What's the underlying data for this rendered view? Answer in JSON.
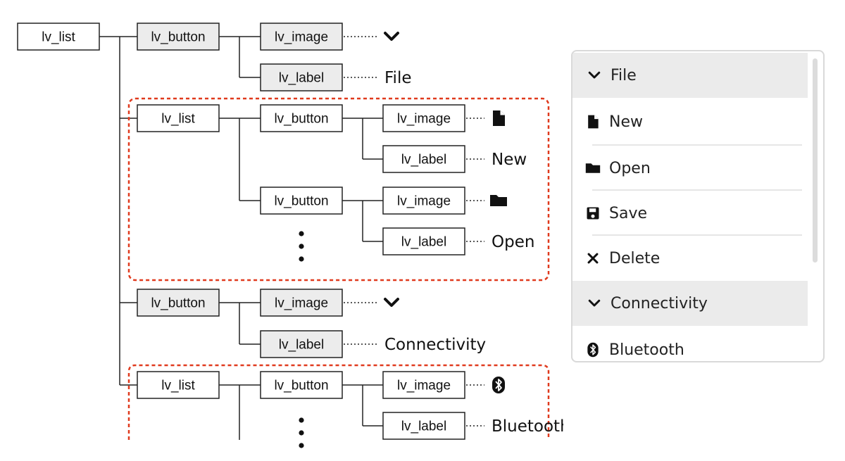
{
  "tree": {
    "nodes": [
      {
        "id": "root-list",
        "label": "lv_list",
        "shaded": false
      },
      {
        "id": "file-button",
        "label": "lv_button",
        "shaded": true
      },
      {
        "id": "file-image",
        "label": "lv_image",
        "shaded": true
      },
      {
        "id": "file-label",
        "label": "lv_label",
        "shaded": true
      },
      {
        "id": "file-sublist",
        "label": "lv_list",
        "shaded": false
      },
      {
        "id": "new-button",
        "label": "lv_button",
        "shaded": false
      },
      {
        "id": "new-image",
        "label": "lv_image",
        "shaded": false
      },
      {
        "id": "new-label",
        "label": "lv_label",
        "shaded": false
      },
      {
        "id": "open-button",
        "label": "lv_button",
        "shaded": false
      },
      {
        "id": "open-image",
        "label": "lv_image",
        "shaded": false
      },
      {
        "id": "open-label",
        "label": "lv_label",
        "shaded": false
      },
      {
        "id": "conn-button",
        "label": "lv_button",
        "shaded": true
      },
      {
        "id": "conn-image",
        "label": "lv_image",
        "shaded": true
      },
      {
        "id": "conn-label",
        "label": "lv_label",
        "shaded": true
      },
      {
        "id": "conn-sublist",
        "label": "lv_list",
        "shaded": false
      },
      {
        "id": "bt-button",
        "label": "lv_button",
        "shaded": false
      },
      {
        "id": "bt-image",
        "label": "lv_image",
        "shaded": false
      },
      {
        "id": "bt-label",
        "label": "lv_label",
        "shaded": false
      }
    ],
    "visuals": [
      {
        "id": "file-image",
        "kind": "icon",
        "icon": "chevron-down-icon"
      },
      {
        "id": "file-label",
        "kind": "text",
        "text": "File"
      },
      {
        "id": "new-image",
        "kind": "icon",
        "icon": "file-icon"
      },
      {
        "id": "new-label",
        "kind": "text",
        "text": "New"
      },
      {
        "id": "open-image",
        "kind": "icon",
        "icon": "folder-icon"
      },
      {
        "id": "open-label",
        "kind": "text",
        "text": "Open"
      },
      {
        "id": "conn-image",
        "kind": "icon",
        "icon": "chevron-down-icon"
      },
      {
        "id": "conn-label",
        "kind": "text",
        "text": "Connectivity"
      },
      {
        "id": "bt-image",
        "kind": "icon",
        "icon": "bluetooth-icon"
      },
      {
        "id": "bt-label",
        "kind": "text",
        "text": "Bluetooth"
      }
    ]
  },
  "preview": {
    "items": [
      {
        "kind": "header",
        "icon": "chevron-down-icon",
        "label": "File"
      },
      {
        "kind": "button",
        "icon": "file-icon",
        "label": "New"
      },
      {
        "kind": "button",
        "icon": "folder-icon",
        "label": "Open"
      },
      {
        "kind": "button",
        "icon": "save-icon",
        "label": "Save"
      },
      {
        "kind": "button",
        "icon": "close-icon",
        "label": "Delete"
      },
      {
        "kind": "header",
        "icon": "chevron-down-icon",
        "label": "Connectivity"
      },
      {
        "kind": "button",
        "icon": "bluetooth-icon",
        "label": "Bluetooth"
      }
    ]
  },
  "colors": {
    "node_shaded": "#ececec",
    "node_plain": "#ffffff",
    "group_border": "#e03a1e",
    "header_bg": "#ebebeb"
  }
}
